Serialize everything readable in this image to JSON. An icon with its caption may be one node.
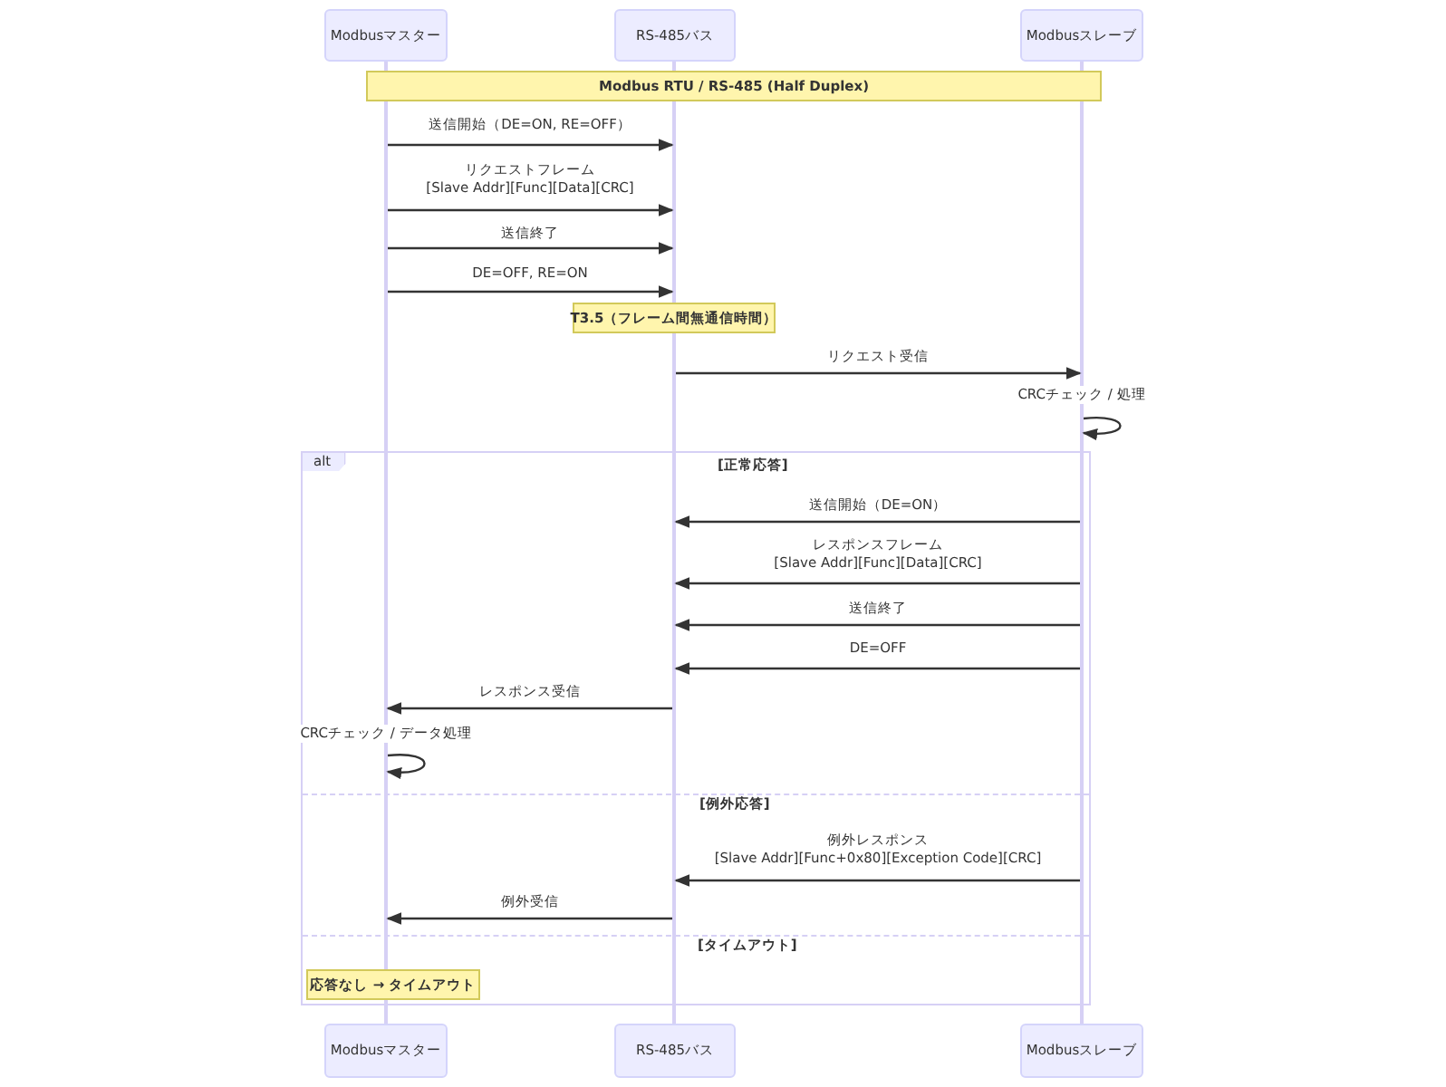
{
  "diagram": {
    "nodes": [
      {
        "text": [
          "Modbusマスター"
        ]
      },
      {
        "text": [
          "RS-485バス"
        ]
      },
      {
        "text": [
          "Modbusスレーブ"
        ]
      },
      {
        "text": [],
        "shape": "bar"
      },
      {
        "text": [],
        "shape": "bar"
      },
      {
        "text": [],
        "shape": "bar"
      },
      {
        "text": [
          "Modbus RTU / RS-485 (Half Duplex)"
        ]
      },
      {
        "text": [
          "T3.5（フレーム間無通信時間）"
        ]
      },
      {
        "text": [
          "alt",
          "[正常応答]",
          "[例外応答]",
          "[タイムアウト]"
        ]
      },
      {
        "text": [
          "応答なし → タイムアウト"
        ],
        "in": 8
      },
      {
        "text": [
          "Modbusマスター"
        ]
      },
      {
        "text": [
          "RS-485バス"
        ]
      },
      {
        "text": [
          "Modbusスレーブ"
        ]
      }
    ],
    "edges": [
      {
        "from": 3,
        "to": 4,
        "arrow": "to",
        "label": "送信開始（DE=ON, RE=OFF）"
      },
      {
        "from": 3,
        "to": 4,
        "arrow": "to",
        "label": "リクエストフレーム [Slave Addr][Func][Data][CRC]"
      },
      {
        "from": 3,
        "to": 4,
        "arrow": "to",
        "label": "送信終了"
      },
      {
        "from": 3,
        "to": 4,
        "arrow": "to",
        "label": "DE=OFF, RE=ON"
      },
      {
        "from": 4,
        "to": 5,
        "arrow": "to",
        "label": "リクエスト受信"
      },
      {
        "from": 5,
        "to": 5,
        "arrow": "to",
        "label": "CRCチェック / 処理"
      },
      {
        "from": 5,
        "to": 4,
        "arrow": "to",
        "label": "送信開始（DE=ON）"
      },
      {
        "from": 5,
        "to": 4,
        "arrow": "to",
        "label": "レスポンスフレーム [Slave Addr][Func][Data][CRC]"
      },
      {
        "from": 5,
        "to": 4,
        "arrow": "to",
        "label": "送信終了"
      },
      {
        "from": 5,
        "to": 4,
        "arrow": "to",
        "label": "DE=OFF"
      },
      {
        "from": 4,
        "to": 3,
        "arrow": "to",
        "label": "レスポンス受信"
      },
      {
        "from": 3,
        "to": 3,
        "arrow": "to",
        "label": "CRCチェック / データ処理"
      },
      {
        "from": 5,
        "to": 4,
        "arrow": "to",
        "label": "例外レスポンス [Slave Addr][Func+0x80][Exception Code][CRC]"
      },
      {
        "from": 4,
        "to": 3,
        "arrow": "to",
        "label": "例外受信"
      }
    ]
  }
}
